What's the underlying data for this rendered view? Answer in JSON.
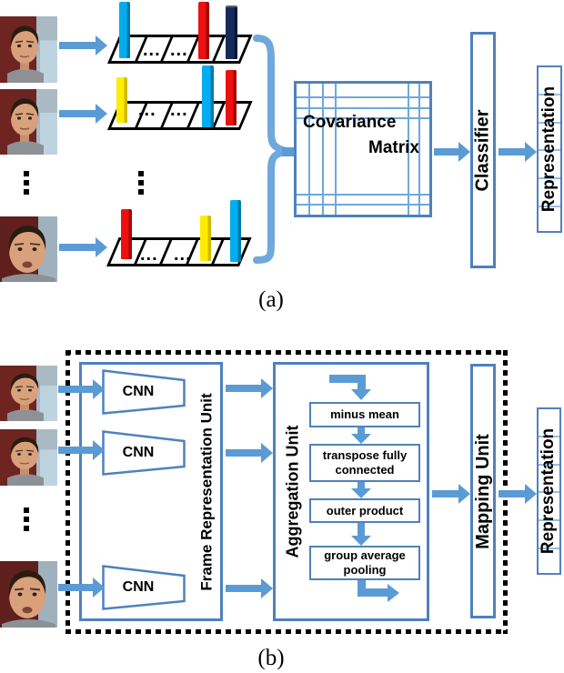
{
  "colors": {
    "arrow_blue": "#5b9bd5",
    "box_border_blue": "#4f81bd",
    "grid_blue": "#6fa8dc",
    "bar_cyan": "#00aeef",
    "bar_red": "#ee0f0f",
    "bar_navy": "#162a5e",
    "bar_yellow": "#ffec00"
  },
  "panel_a": {
    "caption": "(a)",
    "matrix_label_line1": "Covariance",
    "matrix_label_line2": "Matrix",
    "classifier_label": "Classifier",
    "representation_label": "Representation",
    "cell_ellipsis": "...",
    "vectors": [
      {
        "bars": [
          "cyan",
          "red",
          "navy"
        ]
      },
      {
        "bars": [
          "yellow",
          "cyan",
          "red"
        ]
      },
      {
        "bars": [
          "red",
          "yellow",
          "cyan"
        ]
      }
    ]
  },
  "panel_b": {
    "caption": "(b)",
    "cnn_label": "CNN",
    "frame_unit_label": "Frame Representation Unit",
    "aggregation_label": "Aggregation Unit",
    "steps": [
      "minus mean",
      "transpose fully connected",
      "outer product",
      "group average pooling"
    ],
    "mapping_label": "Mapping Unit",
    "representation_label": "Representation"
  }
}
